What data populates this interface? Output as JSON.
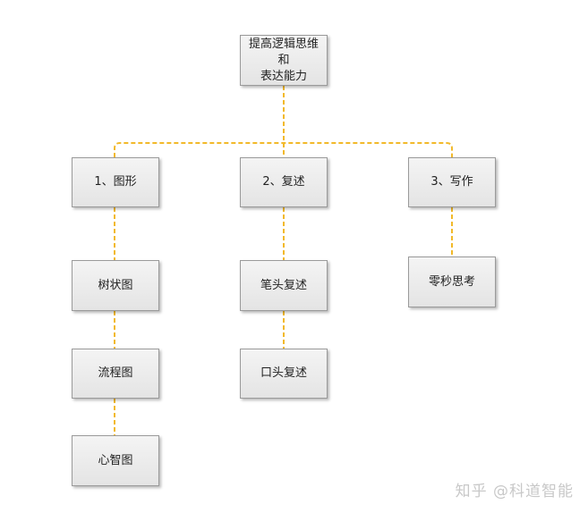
{
  "diagram": {
    "root": {
      "line1": "提高逻辑思维和",
      "line2": "表达能力"
    },
    "branches": [
      {
        "label": "1、图形",
        "children": [
          "树状图",
          "流程图",
          "心智图"
        ]
      },
      {
        "label": "2、复述",
        "children": [
          "笔头复述",
          "口头复述"
        ]
      },
      {
        "label": "3、写作",
        "children": [
          "零秒思考"
        ]
      }
    ],
    "connector_color": "#f2b92a"
  },
  "watermark": "知乎 @科道智能"
}
